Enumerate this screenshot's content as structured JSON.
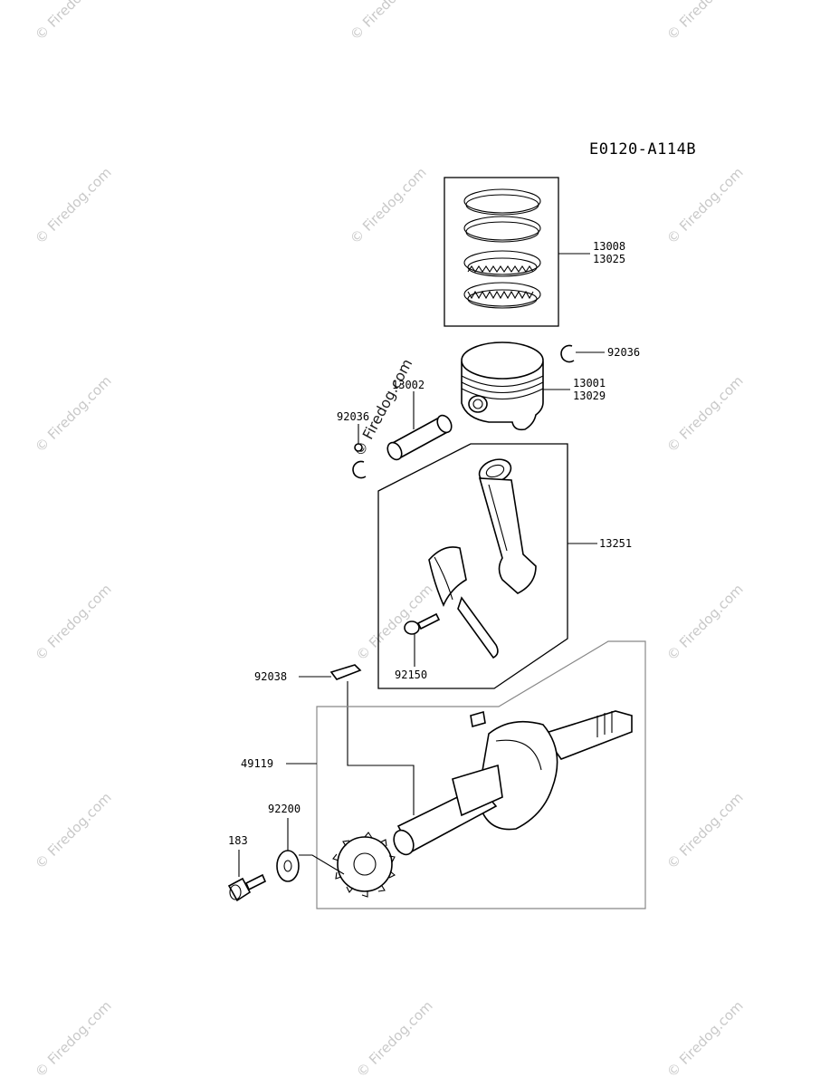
{
  "diagram": {
    "code": "E0120-A114B",
    "labels": {
      "p13008": "13008",
      "p13025": "13025",
      "p92036_right": "92036",
      "p13002": "13002",
      "p13001": "13001",
      "p13029": "13029",
      "p92036_left": "92036",
      "p13251": "13251",
      "p92150": "92150",
      "p92038": "92038",
      "p49119": "49119",
      "p92200": "92200",
      "p183": "183"
    }
  },
  "watermark": {
    "text": "© Firedog.com"
  }
}
